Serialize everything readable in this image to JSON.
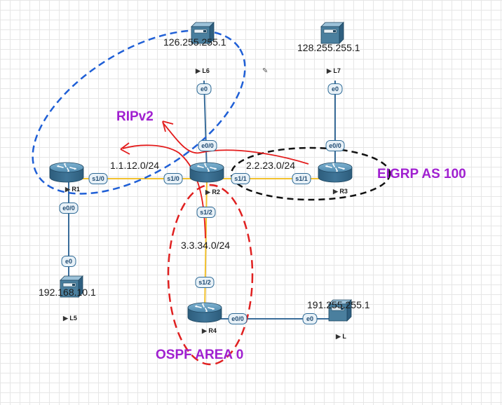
{
  "colors": {
    "serial_link": "#f2c12e",
    "ethernet_link": "#3a6d9a",
    "rip_zone": "#1f5fd6",
    "ospf_zone": "#e02020",
    "eigrp_zone": "#111111",
    "arrow": "#e31b1b",
    "protocol_text": "#a020d0",
    "router_body": "#3c7396",
    "host_body": "#4a7f9e"
  },
  "routers": [
    {
      "id": "R1",
      "label": "R1"
    },
    {
      "id": "R2",
      "label": "R2"
    },
    {
      "id": "R3",
      "label": "R3"
    },
    {
      "id": "R4",
      "label": "R4"
    }
  ],
  "hosts": [
    {
      "id": "L6",
      "label": "L6",
      "ip": "126.255.255.1"
    },
    {
      "id": "L7",
      "label": "L7",
      "ip": "128.255.255.1"
    },
    {
      "id": "L5",
      "label": "L5",
      "ip": "192.168.10.1"
    },
    {
      "id": "L",
      "label": "L",
      "ip": "191.255.255.1"
    }
  ],
  "links": [
    {
      "id": "r1-r2",
      "type": "serial",
      "subnet": "1.1.12.0/24",
      "port_a": "s1/0",
      "port_b": "s1/0"
    },
    {
      "id": "r2-r3",
      "type": "serial",
      "subnet": "2.2.23.0/24",
      "port_a": "s1/1",
      "port_b": "s1/1"
    },
    {
      "id": "r2-r4",
      "type": "serial",
      "subnet": "3.3.34.0/24",
      "port_a": "s1/2",
      "port_b": "s1/2"
    },
    {
      "id": "r2-l6",
      "type": "ethernet",
      "port_a": "e0/0",
      "port_b": "e0"
    },
    {
      "id": "r3-l7",
      "type": "ethernet",
      "port_a": "e0/0",
      "port_b": "e0"
    },
    {
      "id": "r1-l5",
      "type": "ethernet",
      "port_a": "e0/0",
      "port_b": "e0"
    },
    {
      "id": "r4-l",
      "type": "ethernet",
      "port_a": "e0/0",
      "port_b": "e0"
    }
  ],
  "protocols": {
    "rip": "RIPv2",
    "eigrp": "EIGRP AS 100",
    "ospf": "OSPF AREA 0"
  },
  "ports": {
    "r1_s10": "s1/0",
    "r2_s10": "s1/0",
    "r2_s11": "s1/1",
    "r3_s11": "s1/1",
    "r2_s12": "s1/2",
    "r4_s12": "s1/2",
    "r2_e00": "e0/0",
    "l6_e0": "e0",
    "r3_e00": "e0/0",
    "l7_e0": "e0",
    "r1_e00": "e0/0",
    "l5_e0": "e0",
    "r4_e00": "e0/0",
    "l_e0": "e0"
  }
}
